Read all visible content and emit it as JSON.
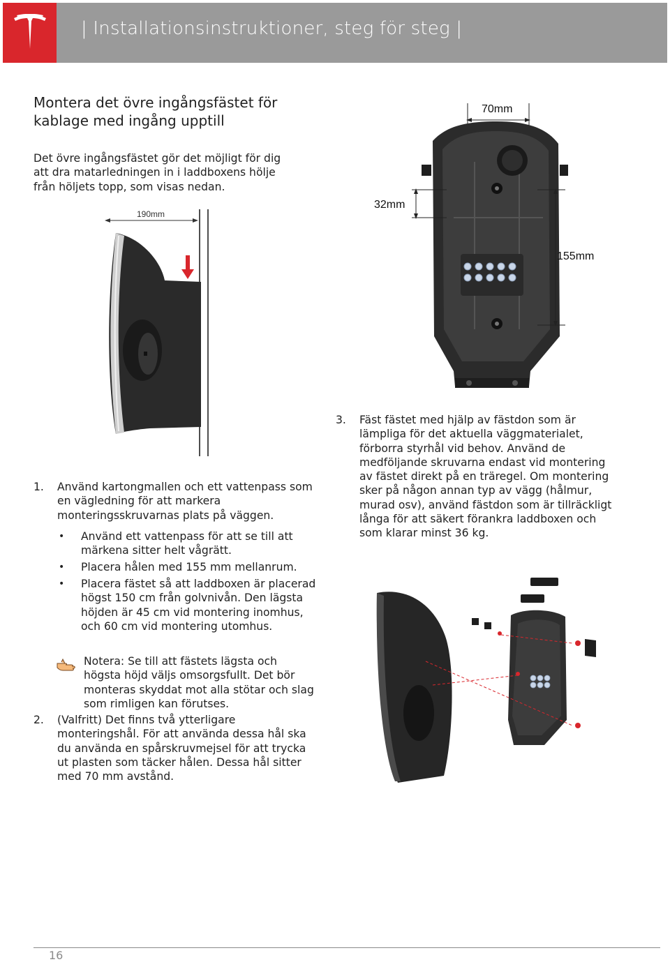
{
  "header": {
    "title": "| Installationsinstruktioner, steg för steg |",
    "brand_color": "#d9262c",
    "bar_color": "#9a9a9a"
  },
  "section": {
    "title": "Montera det övre ingångsfästet för kablage med ingång upptill",
    "intro": "Det övre ingångsfästet gör det möjligt för dig att dra matarledningen in i laddboxens hölje från höljets topp, som visas nedan."
  },
  "figures": {
    "side_view": {
      "dimension_label": "190mm"
    },
    "back_view": {
      "dimension_top": "70mm",
      "dimension_left": "32mm",
      "dimension_right": "155mm"
    }
  },
  "steps": [
    {
      "number": "1.",
      "text": "Använd kartongmallen och ett vattenpass som en vägledning för att markera monteringsskruvarnas plats på väggen.",
      "bullets": [
        "Använd ett vattenpass för att se till att märkena sitter helt vågrätt.",
        "Placera hålen med 155 mm mellanrum.",
        "Placera fästet så att laddboxen är placerad högst 150 cm från golvnivån. Den lägsta höjden är 45 cm vid montering inomhus, och 60 cm vid montering utomhus."
      ],
      "note": "Notera: Se till att fästets lägsta och högsta höjd väljs omsorgsfullt. Det bör monteras skyddat mot alla stötar och slag som rimligen kan förutses."
    },
    {
      "number": "2.",
      "text": "(Valfritt) Det finns två ytterligare monteringshål. För att använda dessa hål ska du använda en spårskruvmejsel för att trycka ut plasten som täcker hålen. Dessa hål sitter med 70 mm avstånd."
    },
    {
      "number": "3.",
      "text": "Fäst fästet med hjälp av fästdon som är lämpliga för det aktuella väggmaterialet, förborra styrhål vid behov. Använd de medföljande skruvarna endast vid montering av fästet direkt på en träregel. Om montering sker på någon annan typ av vägg (hålmur, murad osv), använd fästdon som är tillräckligt långa för att säkert förankra laddboxen och som klarar minst 36 kg."
    }
  ],
  "footer": {
    "page_number": "16"
  }
}
